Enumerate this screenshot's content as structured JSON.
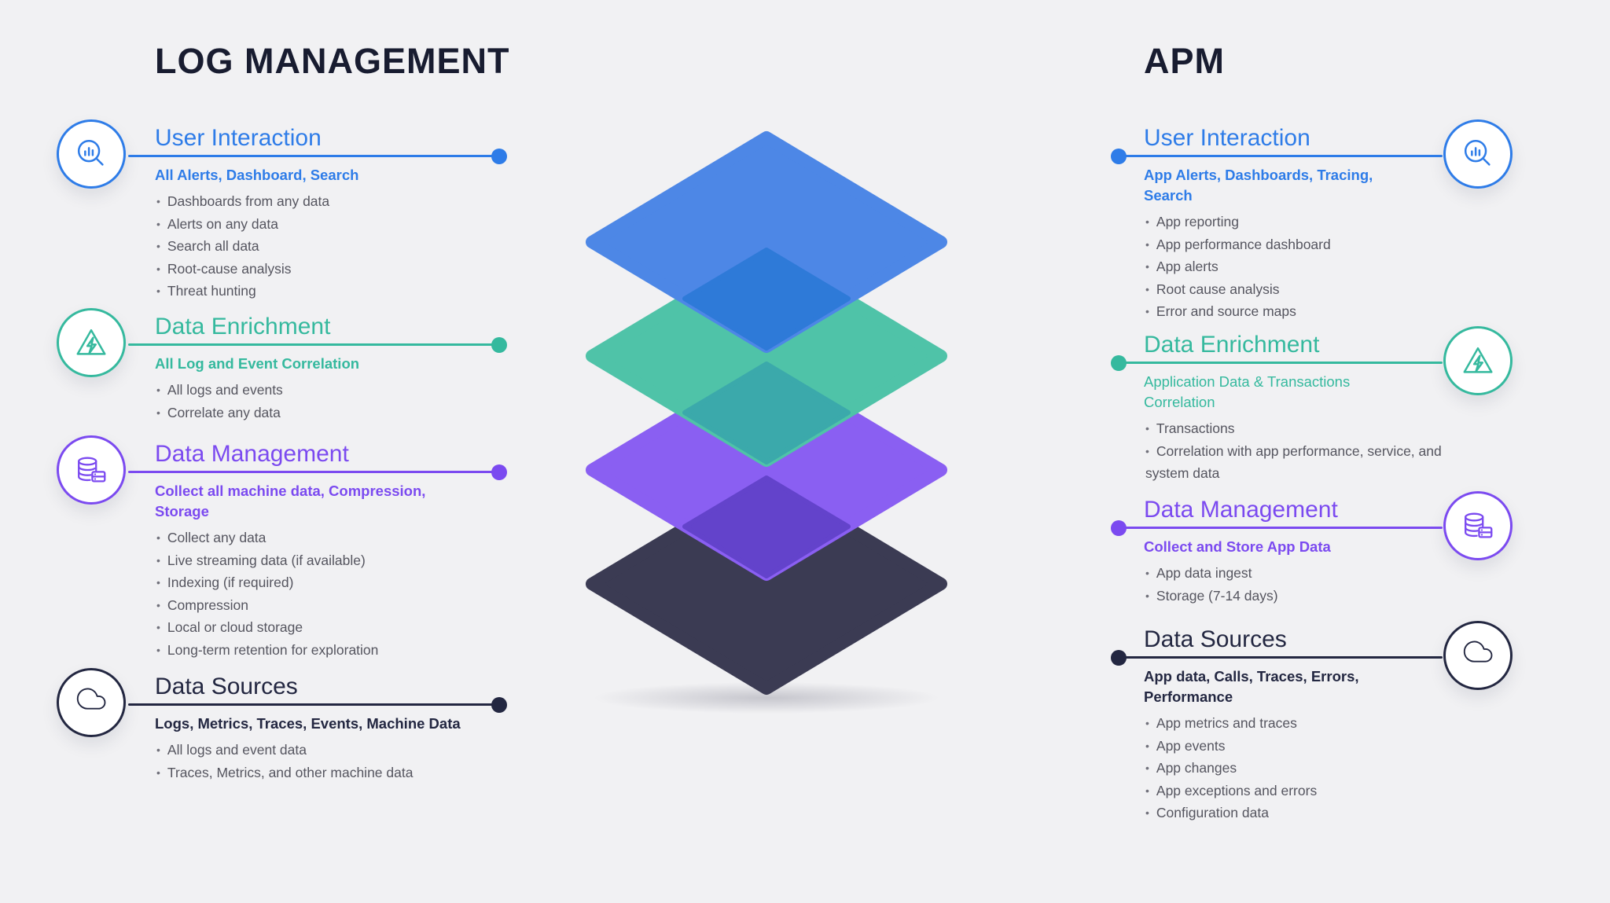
{
  "background_color": "#f1f1f3",
  "left": {
    "title": "LOG MANAGEMENT",
    "sections": [
      {
        "heading": "User Interaction",
        "color": "#2e7ce8",
        "icon": "search-analytics-icon",
        "subtitle": "All Alerts, Dashboard, Search",
        "bullets": [
          "Dashboards from any data",
          "Alerts on any data",
          "Search all data",
          "Root-cause analysis",
          "Threat hunting"
        ]
      },
      {
        "heading": "Data Enrichment",
        "color": "#35b99e",
        "icon": "hazard-bolt-icon",
        "subtitle": "All Log and Event Correlation",
        "bullets": [
          "All logs and events",
          "Correlate any data"
        ]
      },
      {
        "heading": "Data Management",
        "color": "#7b4af0",
        "icon": "database-icon",
        "subtitle": "Collect all machine data, Compression, Storage",
        "bullets": [
          "Collect any data",
          "Live streaming data (if available)",
          "Indexing (if required)",
          "Compression",
          "Local or cloud storage",
          "Long-term retention for exploration"
        ]
      },
      {
        "heading": "Data Sources",
        "color": "#232741",
        "icon": "cloud-icon",
        "subtitle": "Logs, Metrics, Traces, Events, Machine Data",
        "bullets": [
          "All logs and event data",
          "Traces, Metrics, and other machine data"
        ]
      }
    ]
  },
  "right": {
    "title": "APM",
    "sections": [
      {
        "heading": "User Interaction",
        "color": "#2e7ce8",
        "icon": "search-analytics-icon",
        "subtitle": "App Alerts, Dashboards, Tracing, Search",
        "bullets": [
          "App reporting",
          "App performance dashboard",
          "App alerts",
          "Root cause analysis",
          "Error and source maps"
        ]
      },
      {
        "heading": "Data Enrichment",
        "color": "#35b99e",
        "icon": "hazard-bolt-icon",
        "subtitle": "Application Data & Transactions Correlation",
        "bullets": [
          "Transactions",
          "Correlation with app performance, service, and system data"
        ]
      },
      {
        "heading": "Data Management",
        "color": "#7b4af0",
        "icon": "database-icon",
        "subtitle": "Collect and Store App Data",
        "bullets": [
          "App data ingest",
          "Storage (7-14 days)"
        ]
      },
      {
        "heading": "Data Sources",
        "color": "#232741",
        "icon": "cloud-icon",
        "subtitle": "App data, Calls, Traces, Errors, Performance",
        "bullets": [
          "App metrics and traces",
          "App events",
          "App changes",
          "App exceptions and errors",
          "Configuration data"
        ]
      }
    ]
  },
  "diagram": {
    "layers": [
      {
        "name": "user-interaction-layer",
        "color": "#4d87e6"
      },
      {
        "name": "data-enrichment-layer",
        "color": "#4fc3a8"
      },
      {
        "name": "data-management-layer",
        "color": "#8a5ff2"
      },
      {
        "name": "data-sources-layer",
        "color": "#3b3b53"
      }
    ],
    "overlap_colors": {
      "blue_teal": "#2e7ad8",
      "teal_purple": "#3ba9ab",
      "purple_dark": "#6343cb"
    }
  }
}
